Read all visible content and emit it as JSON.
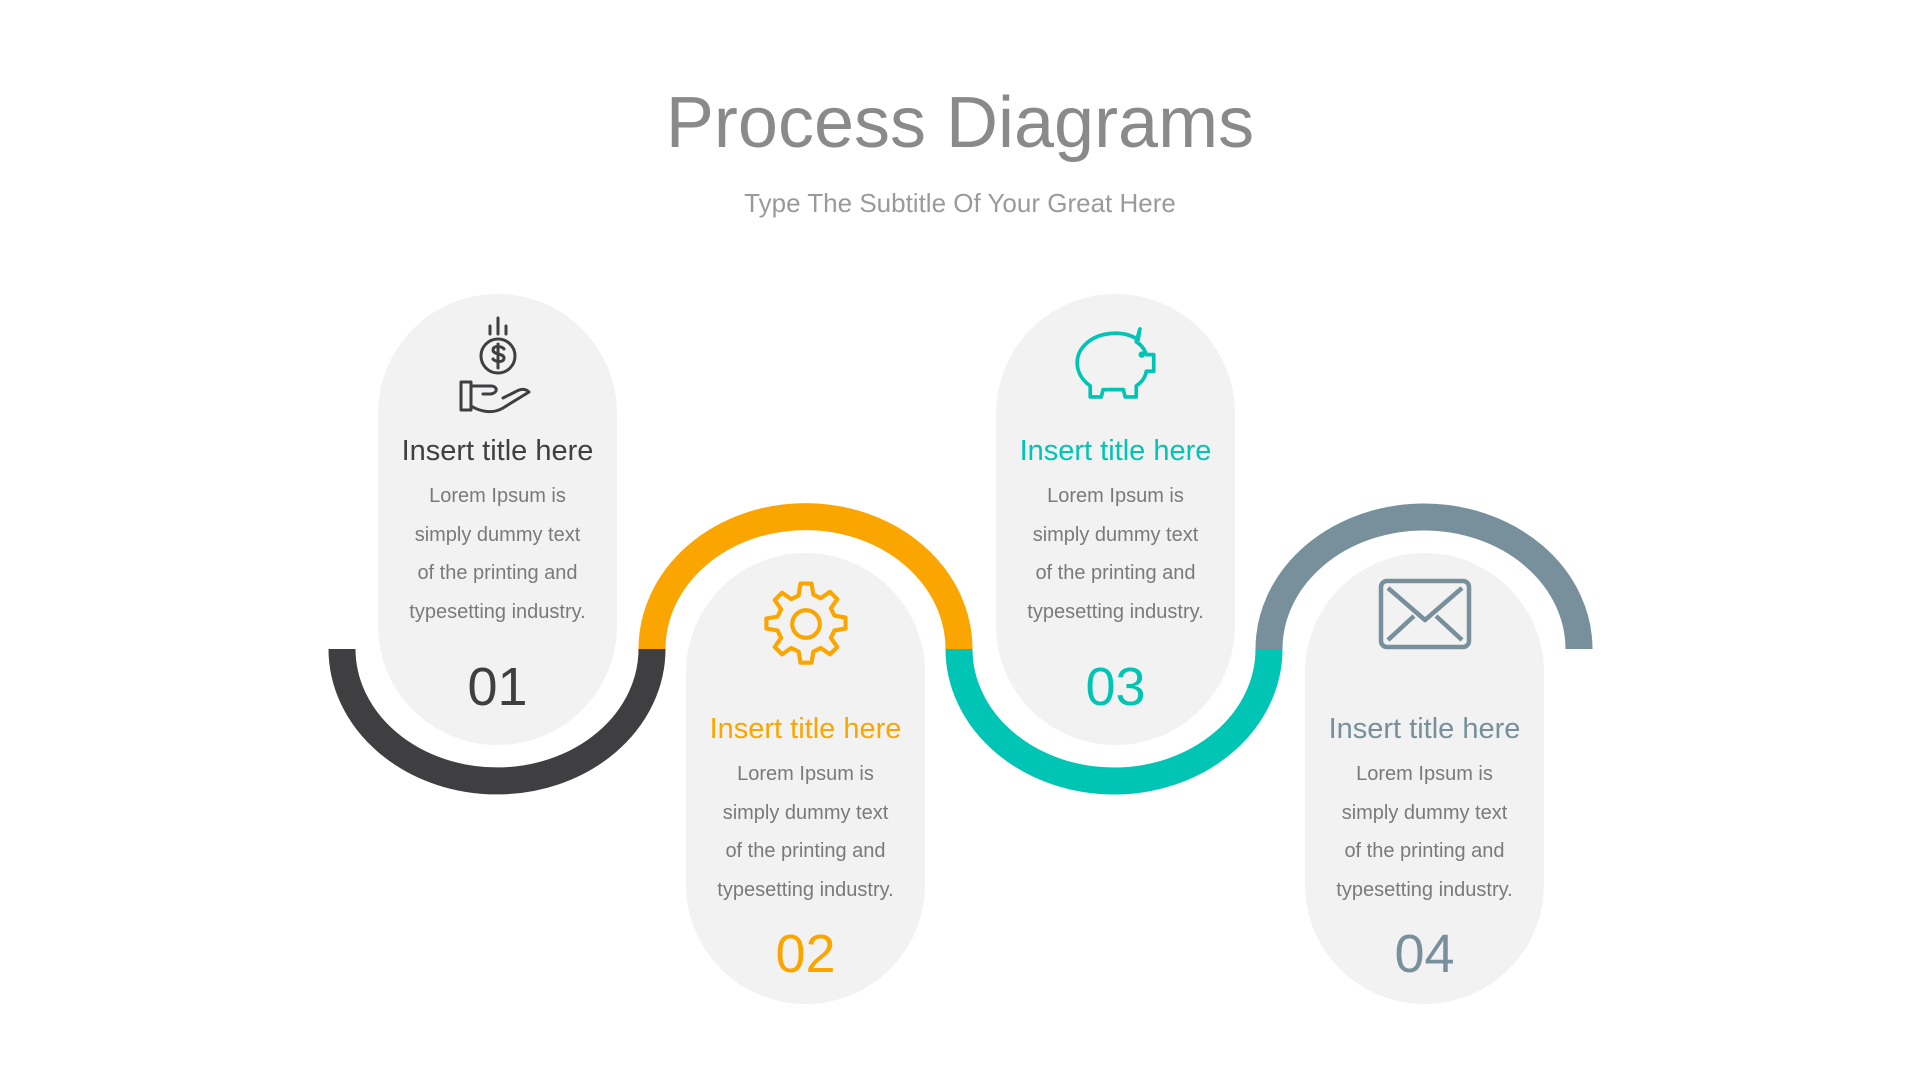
{
  "header": {
    "title": "Process Diagrams",
    "subtitle": "Type The Subtitle Of Your Great Here"
  },
  "steps": [
    {
      "number": "01",
      "title": "Insert title here",
      "body": "Lorem Ipsum is simply dummy text of the printing and typesetting industry.",
      "icon": "money-hand-icon",
      "color": "#3f3f41"
    },
    {
      "number": "02",
      "title": "Insert title here",
      "body": "Lorem Ipsum is simply dummy text of the printing and typesetting industry.",
      "icon": "gear-icon",
      "color": "#fba600"
    },
    {
      "number": "03",
      "title": "Insert title here",
      "body": "Lorem Ipsum is simply dummy text of the printing and typesetting industry.",
      "icon": "piggy-bank-icon",
      "color": "#00c5b5"
    },
    {
      "number": "04",
      "title": "Insert title here",
      "body": "Lorem Ipsum is simply dummy text of the printing and typesetting industry.",
      "icon": "envelope-icon",
      "color": "#77909c"
    }
  ]
}
